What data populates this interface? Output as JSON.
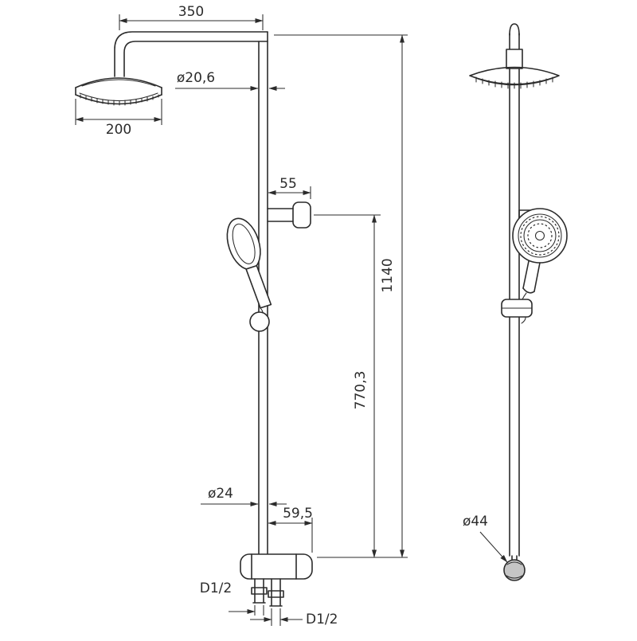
{
  "drawing": {
    "kind": "technical-dimension-drawing",
    "subject": "shower column with overhead rain shower, hand shower and mixer — front and side views"
  },
  "dims": {
    "top_arm_width": "350",
    "head_diameter": "200",
    "riser_diameter": "ø20,6",
    "bracket_offset": "55",
    "total_height": "1140",
    "hose_section_height": "770,3",
    "lower_tube_diameter": "ø24",
    "mixer_offset": "59,5",
    "inlet_left": "D1/2",
    "inlet_right": "D1/2",
    "ball_joint_diameter": "ø44"
  },
  "colors": {
    "line": "#2b2b2b",
    "background": "#ffffff",
    "ball_shade": "#c6c6c6"
  }
}
